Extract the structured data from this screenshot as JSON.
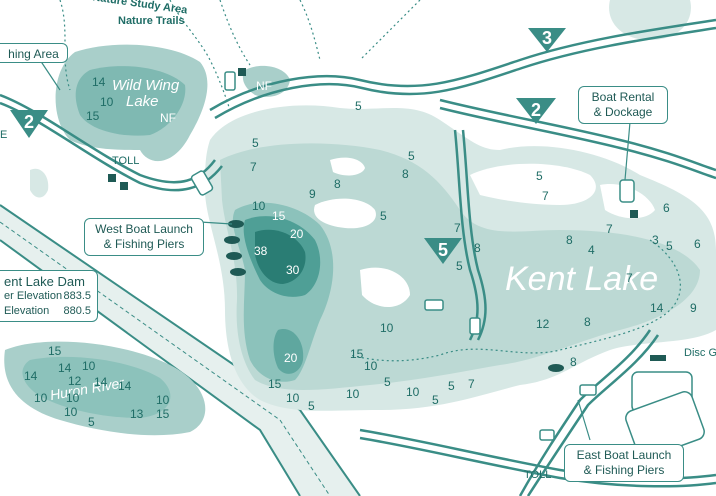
{
  "colors": {
    "water_light": "#d7e8e5",
    "water_mid": "#a9cfca",
    "water_deep": "#5fa79f",
    "water_deepest": "#1f7a70",
    "road": "#3a8d86",
    "text": "#1f6d66"
  },
  "labels": {
    "nature_study_area": "Nature Study Area",
    "nature_trails": "Nature Trails",
    "fishing_area": "hing Area",
    "wild_wing_lake_1": "Wild Wing",
    "wild_wing_lake_2": "Lake",
    "nf_wild_wing": "NF",
    "nf_parking": "NF",
    "toll_west": "TOLL",
    "toll_east": "TOLL",
    "kent_lake": "Kent Lake",
    "huron_river": "Huron River",
    "disc_golf": "Disc G",
    "partial_e": "E"
  },
  "callouts": {
    "boat_rental_1": "Boat Rental",
    "boat_rental_2": "& Dockage",
    "west_launch_1": "West Boat Launch",
    "west_launch_2": "& Fishing Piers",
    "east_launch_1": "East Boat Launch",
    "east_launch_2": "& Fishing Piers",
    "dam_title": "ent Lake Dam",
    "dam_line1_label": "er Elevation",
    "dam_line1_value": "883.5",
    "dam_line2_label": "Elevation",
    "dam_line2_value": "880.5"
  },
  "routes": {
    "r3": "3",
    "r2_east": "2",
    "r2_west": "2",
    "r5": "5"
  },
  "depths": {
    "ww_14": "14",
    "ww_10": "10",
    "ww_15": "15",
    "k_5a": "5",
    "k_5b": "5",
    "k_7a": "7",
    "k_8a": "8",
    "k_9": "9",
    "k_5c": "5",
    "k_8b": "8",
    "k_10a": "10",
    "k_15a": "15",
    "k_20a": "20",
    "k_38": "38",
    "k_30": "30",
    "k_5d": "5",
    "k_20b": "20",
    "k_15b": "15",
    "k_10b": "10",
    "k_5e": "5",
    "k_10c": "10",
    "k_10d": "10",
    "k_15c": "15",
    "k_10e": "10",
    "k_5f": "5",
    "k_10f": "10",
    "k_5g": "5",
    "k_7b": "7",
    "k_7c": "7",
    "k_8c": "8",
    "k_5h": "5",
    "k_5i": "5",
    "k_7d": "7",
    "k_8d": "8",
    "k_4": "4",
    "k_7e": "7",
    "k_6a": "6",
    "k_3": "3",
    "k_5j": "5",
    "k_6b": "6",
    "k_7f": "7",
    "k_12": "12",
    "k_8e": "8",
    "k_14": "14",
    "k_9b": "9",
    "k_8f": "8",
    "k_5k": "5",
    "h_15a": "15",
    "h_14a": "14",
    "h_10a": "10",
    "h_12": "12",
    "h_14b": "14",
    "h_10b": "10",
    "h_14c": "14",
    "h_10c": "10",
    "h_10d": "10",
    "h_15b": "15",
    "h_13": "13",
    "h_5": "5",
    "h_14d": "14",
    "h_10e": "10"
  }
}
